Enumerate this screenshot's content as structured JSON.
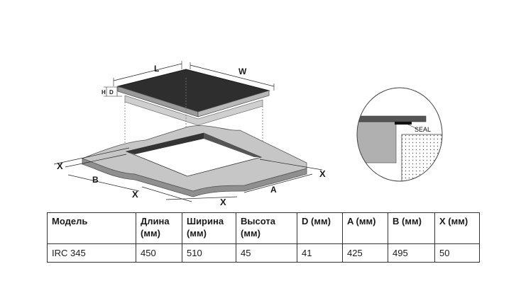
{
  "labels": {
    "L": "L",
    "W": "W",
    "H": "H",
    "D": "D",
    "X": "X",
    "A": "A",
    "B": "B",
    "seal": "SEAL"
  },
  "table": {
    "headers": [
      "Модель",
      "Длина (мм)",
      "Ширина (мм)",
      "Высота (мм)",
      "D (мм)",
      "A (мм)",
      "B (мм)",
      "X (мм)"
    ],
    "rows": [
      [
        "IRC 345",
        "450",
        "510",
        "45",
        "41",
        "425",
        "495",
        "50"
      ]
    ]
  }
}
